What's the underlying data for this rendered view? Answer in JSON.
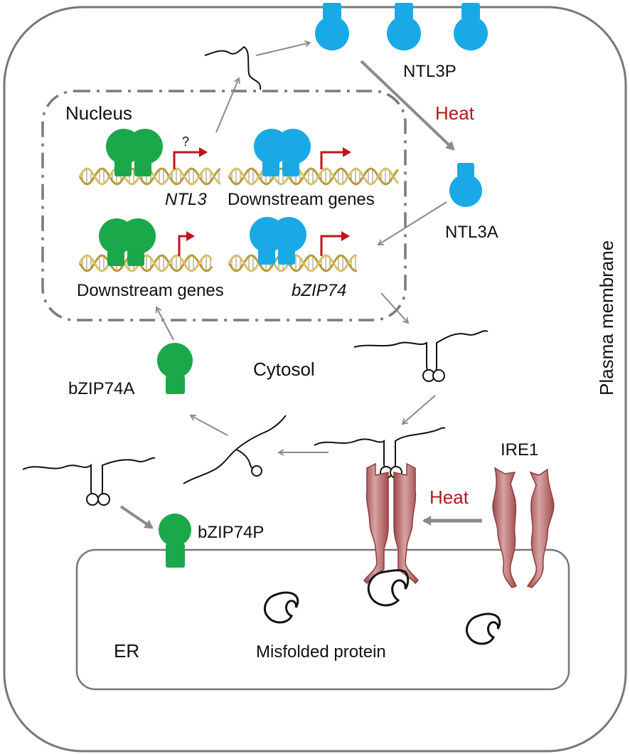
{
  "labels": {
    "ntl3p": "NTL3P",
    "heat_top": "Heat",
    "ntl3a": "NTL3A",
    "nucleus": "Nucleus",
    "question": "?",
    "ntl3_gene": "NTL3",
    "downstream_genes_1": "Downstream genes",
    "downstream_genes_2": "Downstream genes",
    "bzip74_gene": "bZIP74",
    "plasma_membrane": "Plasma membrane",
    "cytosol": "Cytosol",
    "bzip74a": "bZIP74A",
    "ire1": "IRE1",
    "heat_bottom": "Heat",
    "bzip74p": "bZIP74P",
    "er": "ER",
    "misfolded_protein": "Misfolded protein"
  },
  "colors": {
    "ntl3_blue": "#19a9e6",
    "bzip74_green": "#1aa84a",
    "ire1_red": "#b35757",
    "heat_red": "#b01a1a",
    "arrow_gray": "#8a8a8a",
    "membrane_gray": "#6e6e6e",
    "dna_gold": "#b99a35"
  },
  "icons": {
    "ntl3_protein": "ntl3-protein-icon",
    "bzip74_protein": "bzip74-protein-icon",
    "ire1_protein": "ire1-protein-icon",
    "dna_helix": "dna-helix-icon",
    "transcription_arrow": "transcription-arrow-icon",
    "mrna": "mrna-icon",
    "misfolded_protein": "misfolded-protein-icon"
  }
}
